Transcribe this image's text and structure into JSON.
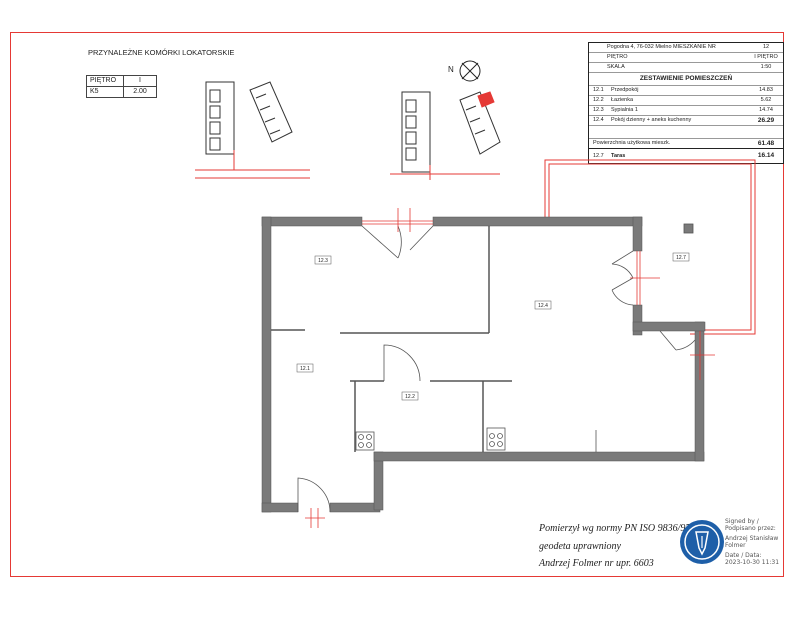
{
  "header": {
    "title": "PRZYNALEŻNE KOMÓRKI LOKATORSKIE",
    "storage_table": [
      {
        "label": "PIĘTRO",
        "value": "I"
      },
      {
        "label": "K5",
        "value": "2.00"
      }
    ]
  },
  "compass": {
    "label": "N"
  },
  "info_table": {
    "address_label": "Pogodna 4, 76-032 Mielno MIESZKANIE NR",
    "apartment_no": "12",
    "floor_label": "PIĘTRO",
    "floor_value": "I PIĘTRO",
    "scale_label": "SKALA",
    "scale_value": "1:50",
    "rooms_heading": "ZESTAWIENIE POMIESZCZEŃ",
    "rooms": [
      {
        "no": "12.1",
        "name": "Przedpokój",
        "area": "14.83"
      },
      {
        "no": "12.2",
        "name": "Łazienka",
        "area": "5.62"
      },
      {
        "no": "12.3",
        "name": "Sypialnia 1",
        "area": "14.74"
      },
      {
        "no": "12.4",
        "name": "Pokój dzienny + aneks kuchenny",
        "area": "26.29"
      }
    ],
    "usable_label": "Powierzchnia użytkowa mieszk.",
    "usable_value": "61.48",
    "terrace_no": "12.7",
    "terrace_label": "Taras",
    "terrace_value": "16.14"
  },
  "plan_labels": {
    "r1": "12.1",
    "r2": "12.2",
    "r3": "12.3",
    "r4": "12.4",
    "r7": "12.7"
  },
  "surveyor": {
    "line1": "Pomierzył wg normy  PN ISO 9836/97",
    "line2": "geodeta uprawniony",
    "line3": "Andrzej Folmer nr upr. 6603"
  },
  "signature": {
    "signed_by": "Signed by /",
    "signed_by2": "Podpisano przez:",
    "name1": "Andrzej Stanisław",
    "name2": "Folmer",
    "date_label": "Date / Data:",
    "date_value": "2023-10-30 11:31"
  },
  "colors": {
    "accent": "#e53935",
    "wall": "#7a7a7a",
    "stamp": "#1e5fa8"
  }
}
